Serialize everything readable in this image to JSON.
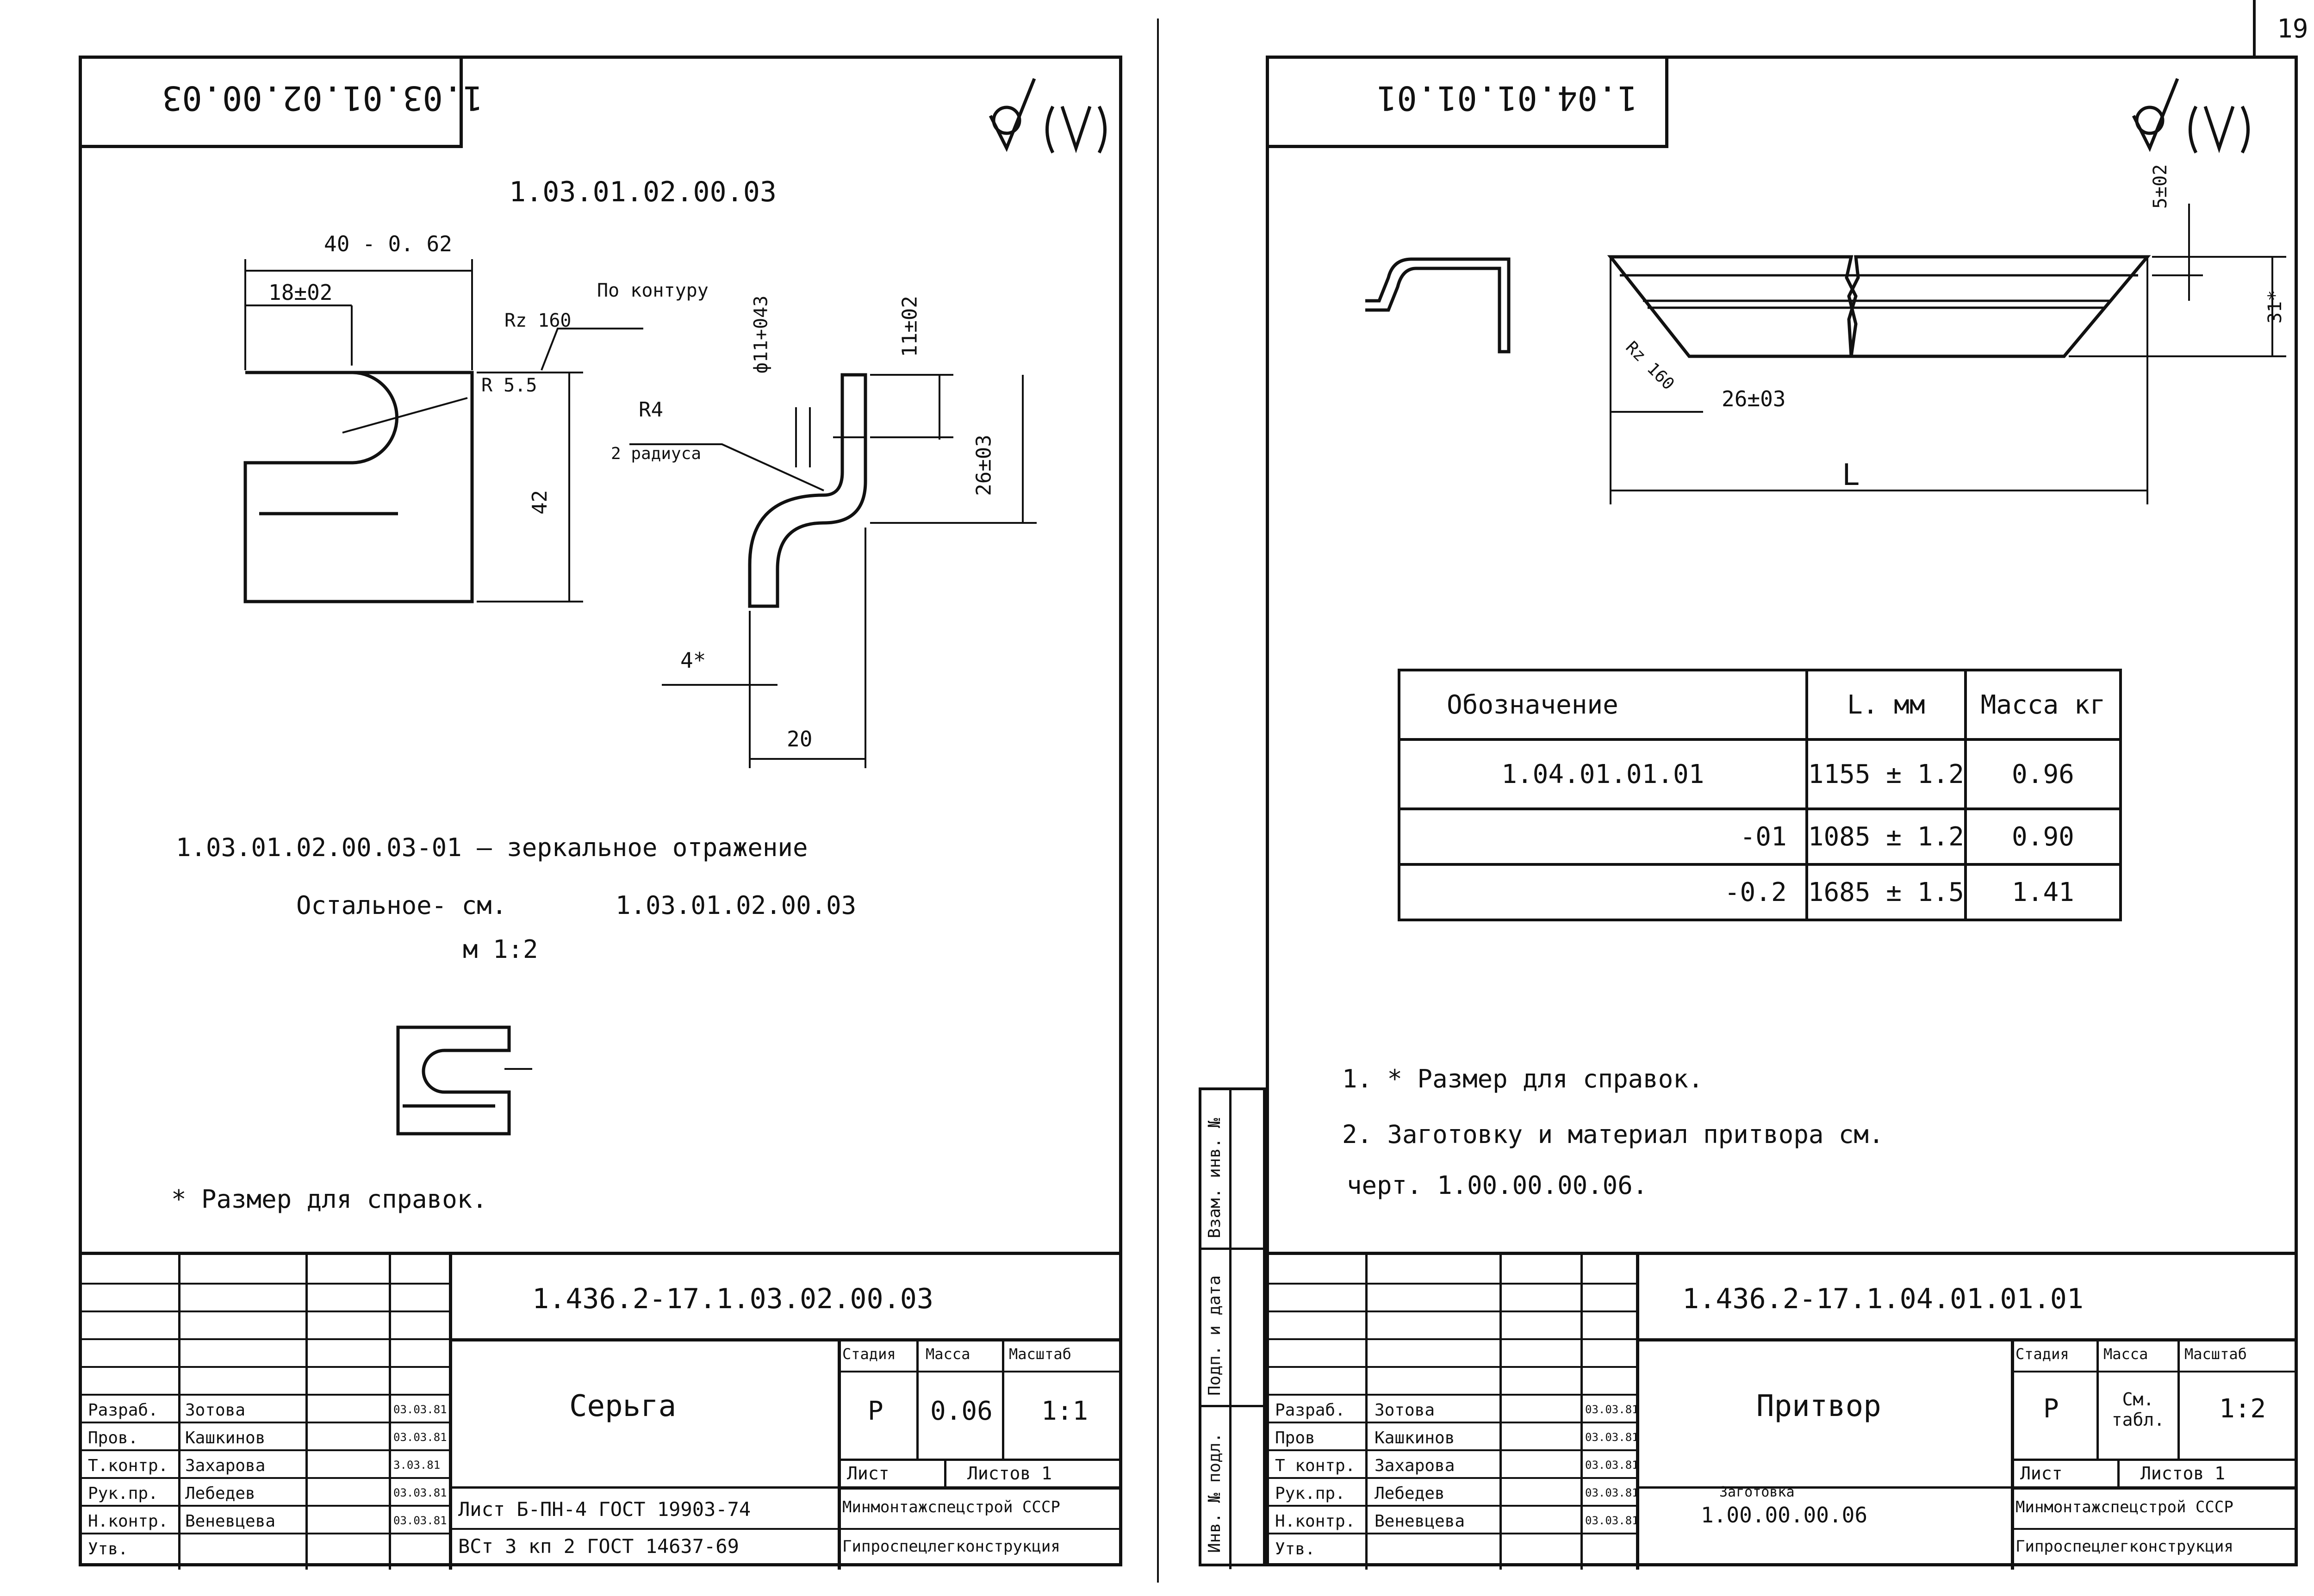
{
  "page_number": "19",
  "left": {
    "mirror_code": "1.03.01.02.00.03",
    "part_code": "1.03.01.02.00.03",
    "dims": {
      "d40": "40 - 0. 62",
      "d18": "18±02",
      "rz": "Rz 160",
      "contour": "По контуру",
      "r55": "R 5.5",
      "d42": "42",
      "phi": "ф11+043",
      "d11": "11±02",
      "r4": "R4",
      "two_radii": "2 радиуса",
      "d26": "26±03",
      "d4": "4*",
      "d20": "20"
    },
    "note_mirror": "1.03.01.02.00.03-01 – зеркальное отражение",
    "note_rest_label": "Остальное- см.",
    "note_rest_code": "1.03.01.02.00.03",
    "scale_note": "м 1:2",
    "footnote": "* Размер для справок.",
    "title_block": {
      "doc_code": "1.436.2-17.1.03.02.00.03",
      "part_name": "Серьга",
      "stage_h": "Стадия",
      "mass_h": "Масса",
      "scale_h": "Масштаб",
      "stage": "Р",
      "mass": "0.06",
      "scale": "1:1",
      "sheet_h": "Лист",
      "sheets_h": "Листов 1",
      "material_1": "Лист Б-ПН-4 ГОСТ 19903-74",
      "material_2": "ВСт 3 кп 2 ГОСТ 14637-69",
      "org_1": "Минмонтажспецстрой СССР",
      "org_2": "Гипроспецлегконструкция",
      "roles": [
        "Разраб.",
        "Пров.",
        "Т.контр.",
        "Рук.пр.",
        "Н.контр.",
        "Утв."
      ],
      "names": [
        "Зотова",
        "Кашкинов",
        "Захарова",
        "Лебедев",
        "Веневцева",
        ""
      ],
      "dates": [
        "03.03.81",
        "03.03.81",
        "3.03.81",
        "03.03.81",
        "03.03.81",
        ""
      ]
    }
  },
  "right": {
    "mirror_code": "1.04.01.01.01",
    "dims": {
      "d5": "5±02",
      "d31": "31*",
      "rz": "Rz 160",
      "d26": "26±03",
      "L": "L"
    },
    "table": {
      "headers": [
        "Обозначение",
        "L. мм",
        "Масса кг"
      ],
      "rows": [
        [
          "1.04.01.01.01",
          "1155 ± 1.2",
          "0.96"
        ],
        [
          "-01",
          "1085 ± 1.2",
          "0.90"
        ],
        [
          "-0.2",
          "1685 ± 1.5",
          "1.41"
        ]
      ]
    },
    "notes": [
      "1. * Размер для справок.",
      "2. Заготовку и материал притвора см.",
      "черт. 1.00.00.00.06."
    ],
    "side_stamps": [
      "Инв. № подл.",
      "Подп. и дата",
      "Взам. инв. №"
    ],
    "title_block": {
      "doc_code": "1.436.2-17.1.04.01.01.01",
      "part_name": "Притвор",
      "stage_h": "Стадия",
      "mass_h": "Масса",
      "scale_h": "Масштаб",
      "stage": "Р",
      "mass": "См. табл.",
      "scale": "1:2",
      "sheet_h": "Лист",
      "sheets_h": "Листов 1",
      "blank_label": "Заготовка",
      "blank_code": "1.00.00.00.06",
      "org_1": "Минмонтажспецстрой СССР",
      "org_2": "Гипроспецлегконструкция",
      "roles": [
        "Разраб.",
        "Пров",
        "Т контр.",
        "Рук.пр.",
        "Н.контр.",
        "Утв."
      ],
      "names": [
        "Зотова",
        "Кашкинов",
        "Захарова",
        "Лебедев",
        "Веневцева",
        ""
      ],
      "dates": [
        "03.03.81",
        "03.03.81",
        "03.03.81",
        "03.03.81",
        "03.03.81",
        ""
      ]
    }
  }
}
